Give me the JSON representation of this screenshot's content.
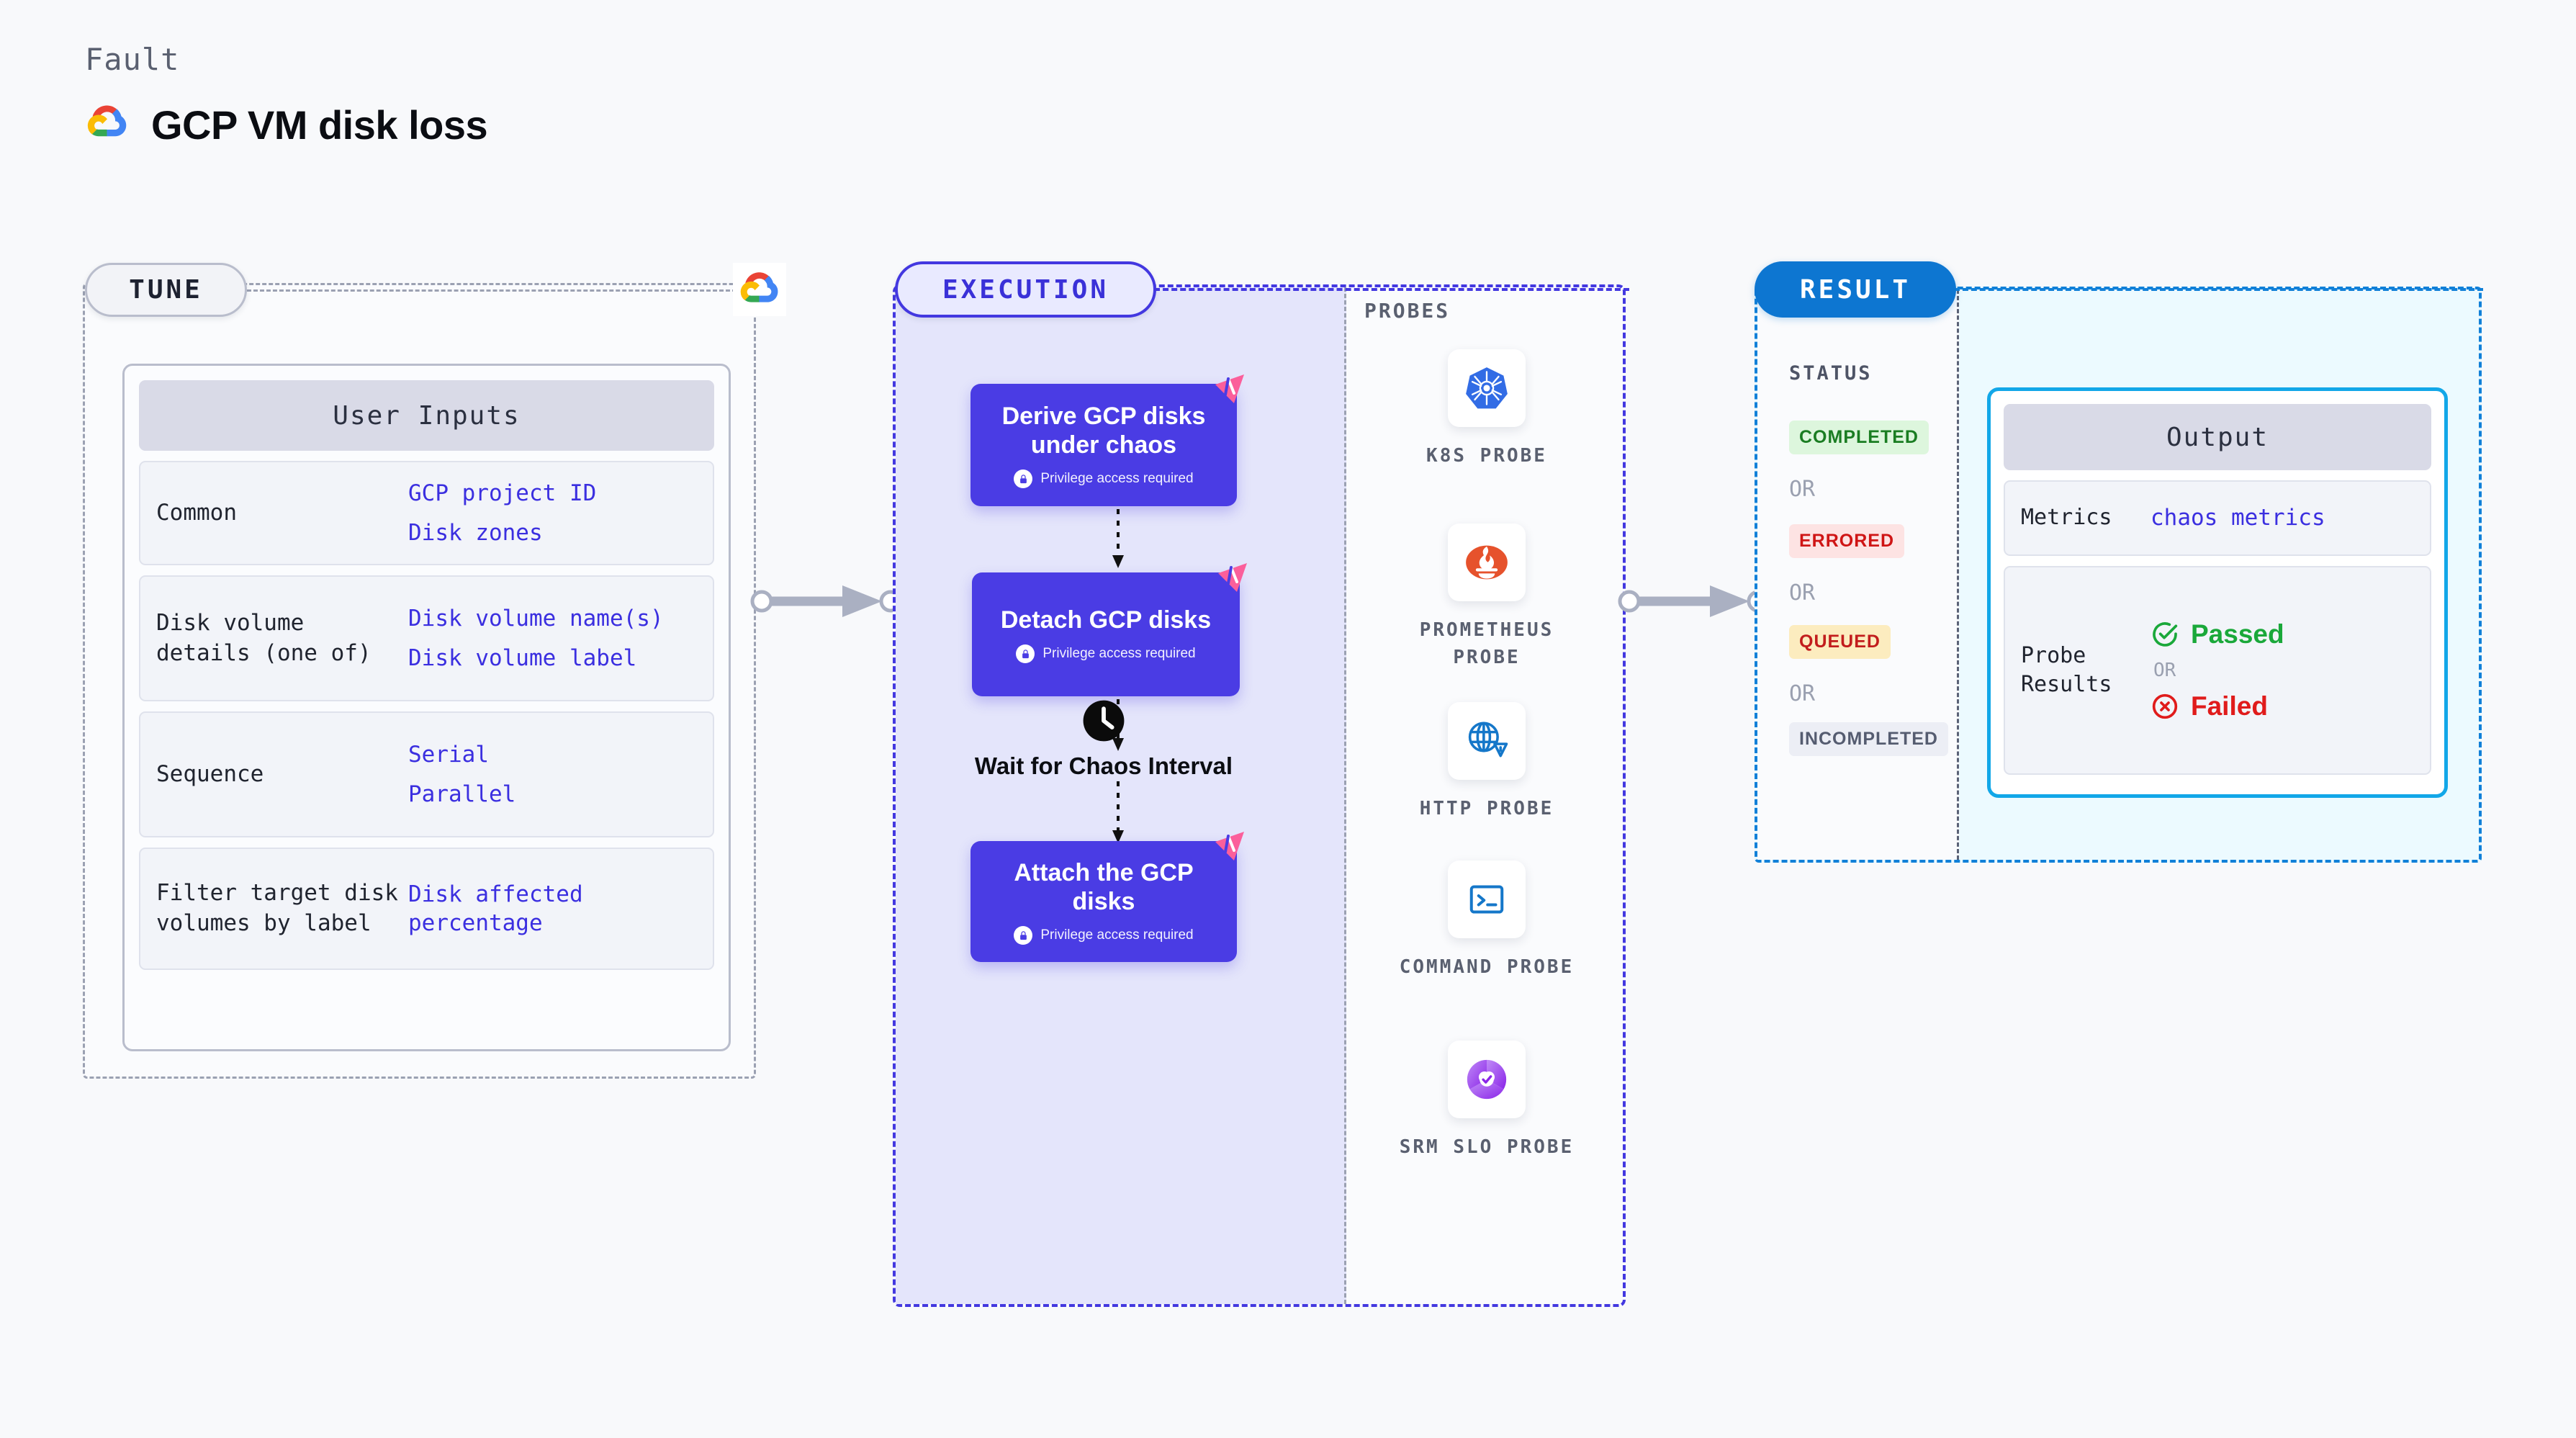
{
  "header": {
    "eyebrow": "Fault",
    "title": "GCP VM disk loss",
    "logo_icon": "gcp-logo-icon"
  },
  "tune": {
    "pill_label": "TUNE",
    "logo_icon": "gcp-logo-icon",
    "card_title": "User Inputs",
    "rows": [
      {
        "label": "Common",
        "values": [
          "GCP project ID",
          "Disk zones"
        ]
      },
      {
        "label": "Disk volume details (one of)",
        "values": [
          "Disk volume name(s)",
          "Disk volume label"
        ]
      },
      {
        "label": "Sequence",
        "values": [
          "Serial",
          "Parallel"
        ]
      },
      {
        "label": "Filter target disk volumes by label",
        "values": [
          "Disk affected percentage"
        ]
      }
    ]
  },
  "execution": {
    "pill_label": "EXECUTION",
    "privilege_note": "Privilege access required",
    "lock_icon": "lock-icon",
    "ribbon_icon": "folded-corner-ribbon-icon",
    "steps": [
      {
        "title": "Derive GCP disks under chaos",
        "privileged": true
      },
      {
        "title": "Detach GCP disks",
        "privileged": true
      },
      {
        "title": "Attach the GCP disks",
        "privileged": true
      }
    ],
    "wait_node": {
      "label": "Wait for Chaos Interval",
      "icon": "clock-icon"
    }
  },
  "probes": {
    "title": "PROBES",
    "items": [
      {
        "label": "K8S PROBE",
        "icon": "kubernetes-icon"
      },
      {
        "label": "PROMETHEUS PROBE",
        "icon": "prometheus-icon"
      },
      {
        "label": "HTTP PROBE",
        "icon": "globe-warning-icon"
      },
      {
        "label": "COMMAND PROBE",
        "icon": "terminal-icon"
      },
      {
        "label": "SRM SLO PROBE",
        "icon": "srm-slo-icon"
      }
    ]
  },
  "result": {
    "pill_label": "RESULT",
    "status_title": "STATUS",
    "or_label": "OR",
    "statuses": [
      {
        "label": "COMPLETED",
        "bg": "#ddf6dd",
        "fg": "#1a7d22"
      },
      {
        "label": "ERRORED",
        "bg": "#fde3e3",
        "fg": "#cf1515"
      },
      {
        "label": "QUEUED",
        "bg": "#fcecbf",
        "fg": "#c21d1d"
      },
      {
        "label": "INCOMPLETED",
        "bg": "#eceef5",
        "fg": "#555c70"
      }
    ],
    "output": {
      "title": "Output",
      "rows": [
        {
          "label": "Metrics",
          "value": "chaos metrics"
        },
        {
          "label": "Probe Results",
          "pass": "Passed",
          "or": "OR",
          "fail": "Failed"
        }
      ],
      "pass_icon": "check-circle-icon",
      "fail_icon": "x-circle-icon"
    }
  },
  "colors": {
    "accent_purple": "#4a3ce4",
    "accent_blue": "#0d76d1",
    "accent_cyan": "#12a7e8",
    "link_blue": "#3b2fe0",
    "ribbon_pink": "#fb5f9b",
    "pass_green": "#1aa83a",
    "fail_red": "#e01b1b"
  }
}
